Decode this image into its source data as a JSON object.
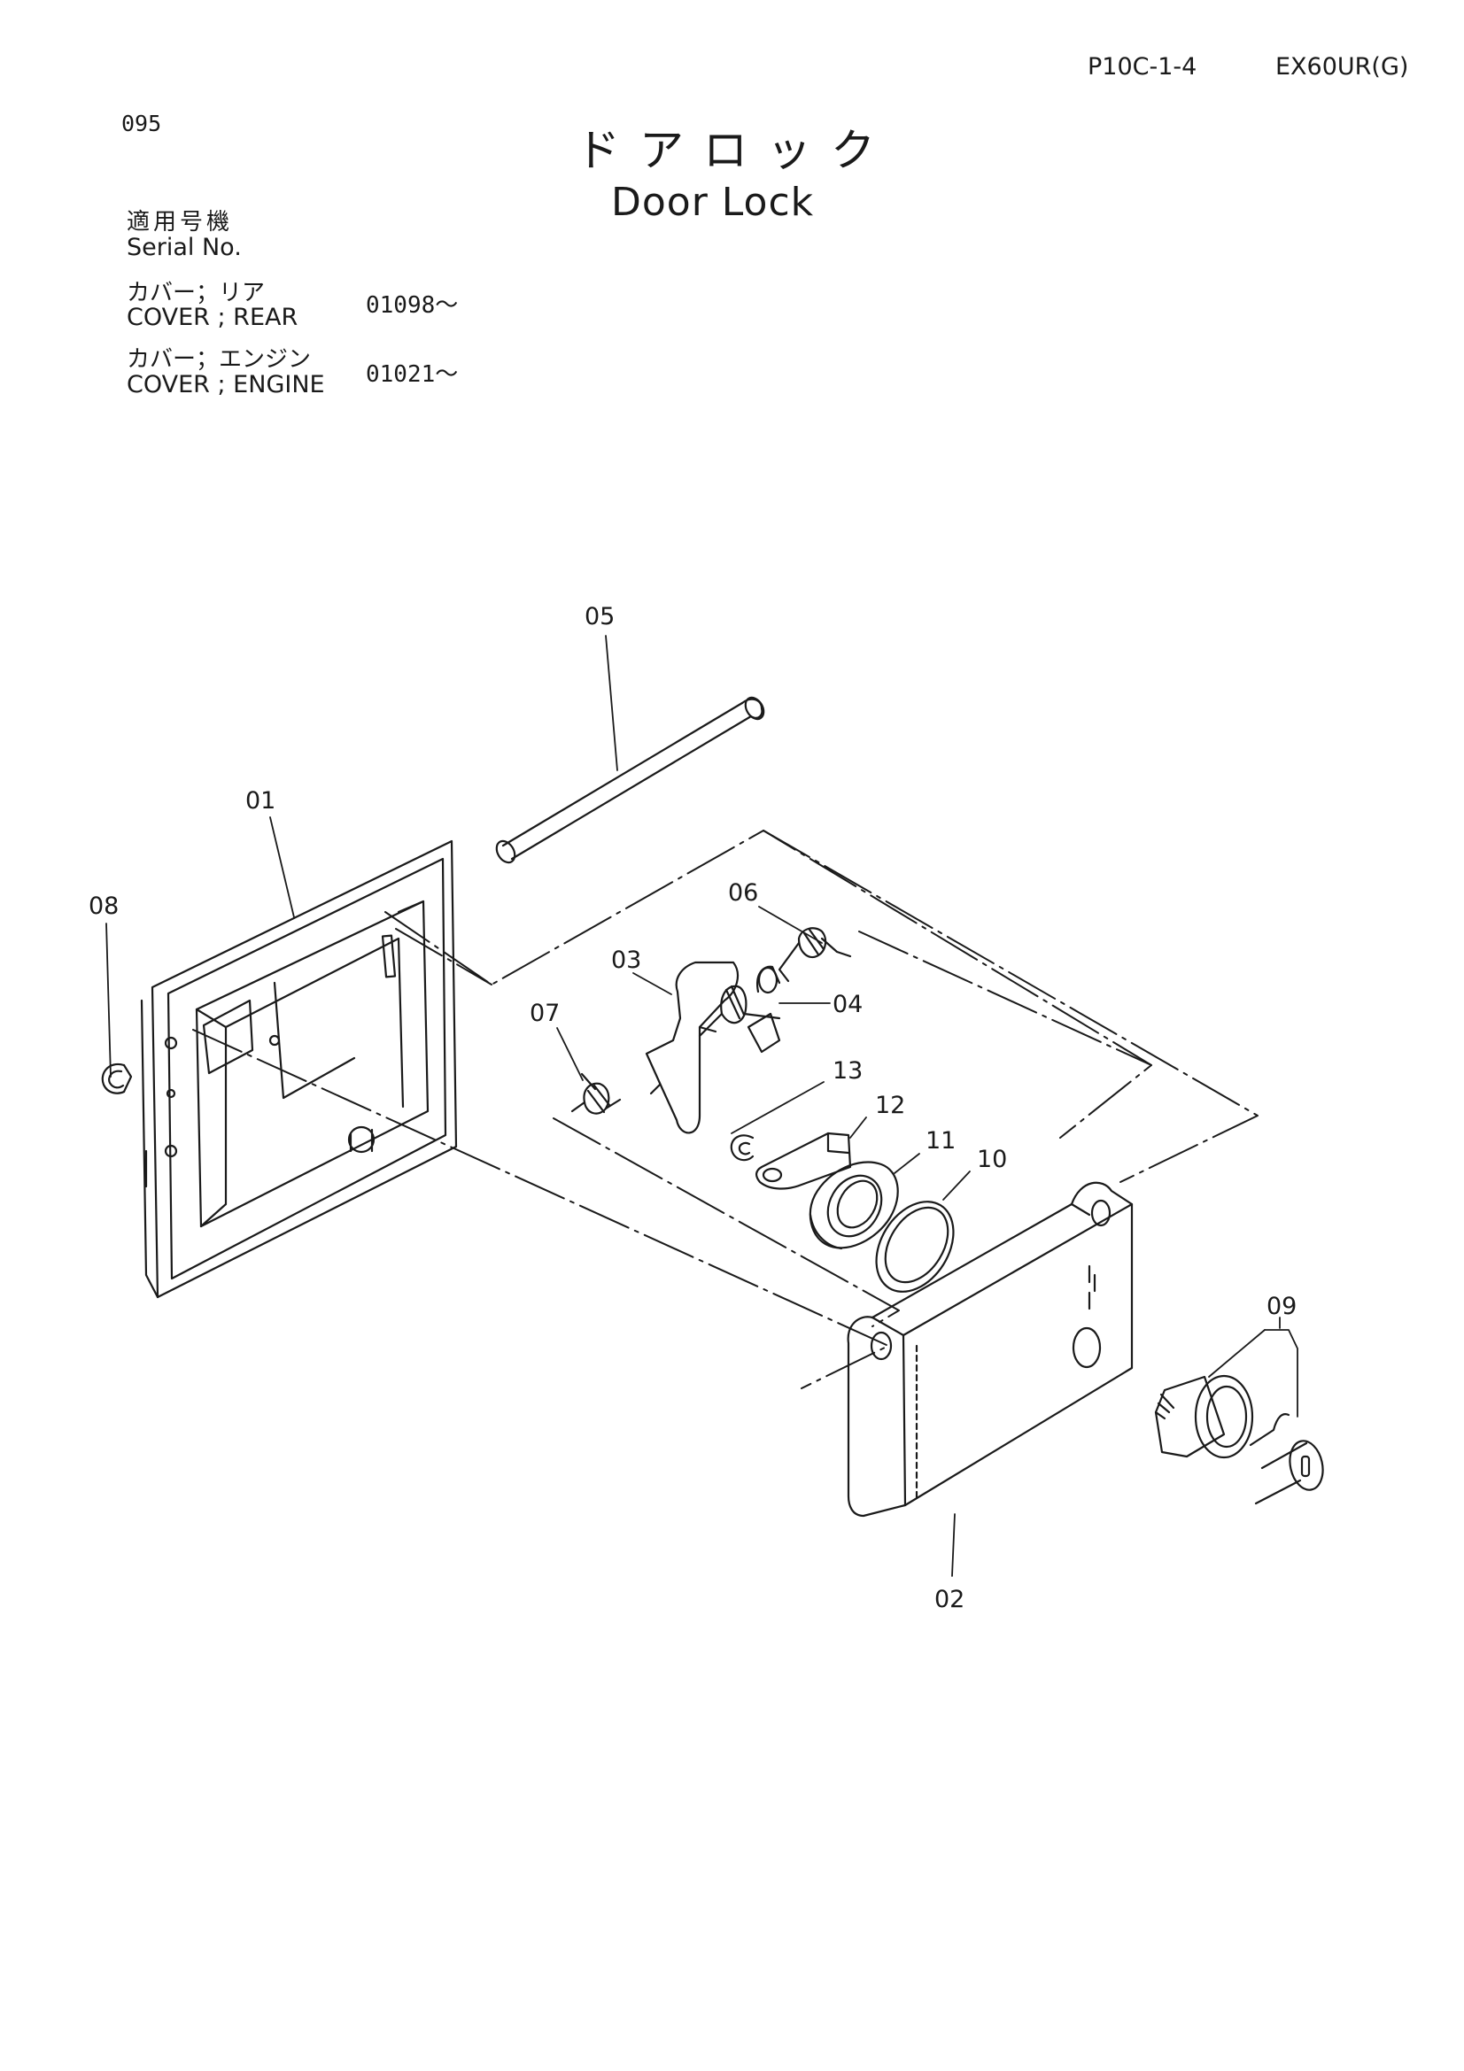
{
  "header": {
    "page_id": "P10C-1-4",
    "model": "EX60UR(G)",
    "page_number": "095"
  },
  "title": {
    "japanese": "ドアロック",
    "english": "Door Lock"
  },
  "serial": {
    "label_jp": "適用号機",
    "label_en": "Serial No.",
    "entries": [
      {
        "name_jp": "カバー；リア",
        "name_en": "COVER ; REAR",
        "serial": "01098～"
      },
      {
        "name_jp": "カバー；エンジン",
        "name_en": "COVER ; ENGINE",
        "serial": "01021～"
      }
    ]
  },
  "diagram": {
    "callouts": [
      {
        "label": "01"
      },
      {
        "label": "02"
      },
      {
        "label": "03"
      },
      {
        "label": "04"
      },
      {
        "label": "05"
      },
      {
        "label": "06"
      },
      {
        "label": "07"
      },
      {
        "label": "08"
      },
      {
        "label": "09"
      },
      {
        "label": "10"
      },
      {
        "label": "11"
      },
      {
        "label": "12"
      },
      {
        "label": "13"
      }
    ]
  }
}
